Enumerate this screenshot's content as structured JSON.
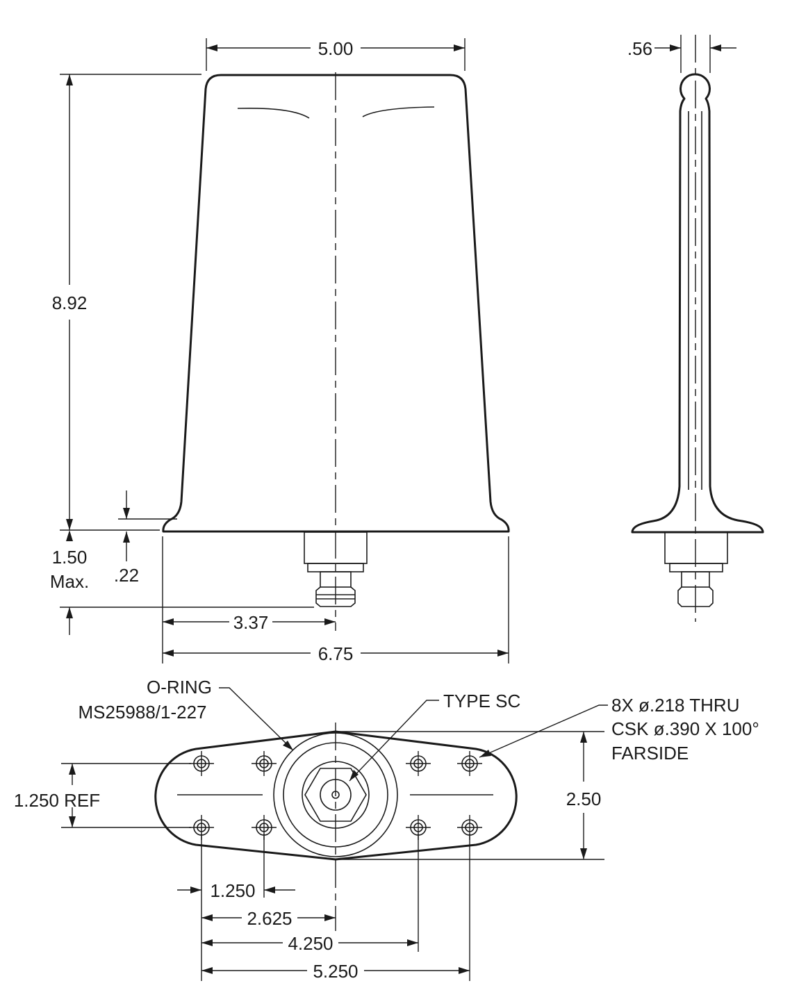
{
  "dimensions": {
    "top_width": "5.00",
    "side_thickness": ".56",
    "height": "8.92",
    "connector_height_value": "1.50",
    "connector_height_suffix": "Max.",
    "flange_thickness": ".22",
    "half_base_width": "3.37",
    "base_width": "6.75",
    "hole_row_spacing": "1.250 REF",
    "base_depth": "2.50",
    "hole_pitch": "1.250",
    "hole_offset_center": "2.625",
    "hole_span_inner": "4.250",
    "hole_span_outer": "5.250"
  },
  "callouts": {
    "oring_line1": "O-RING",
    "oring_line2": "MS25988/1-227",
    "connector_type": "TYPE SC",
    "holes_line1": "8X ø.218 THRU",
    "holes_line2": "CSK ø.390 X 100°",
    "holes_line3": "FARSIDE"
  }
}
